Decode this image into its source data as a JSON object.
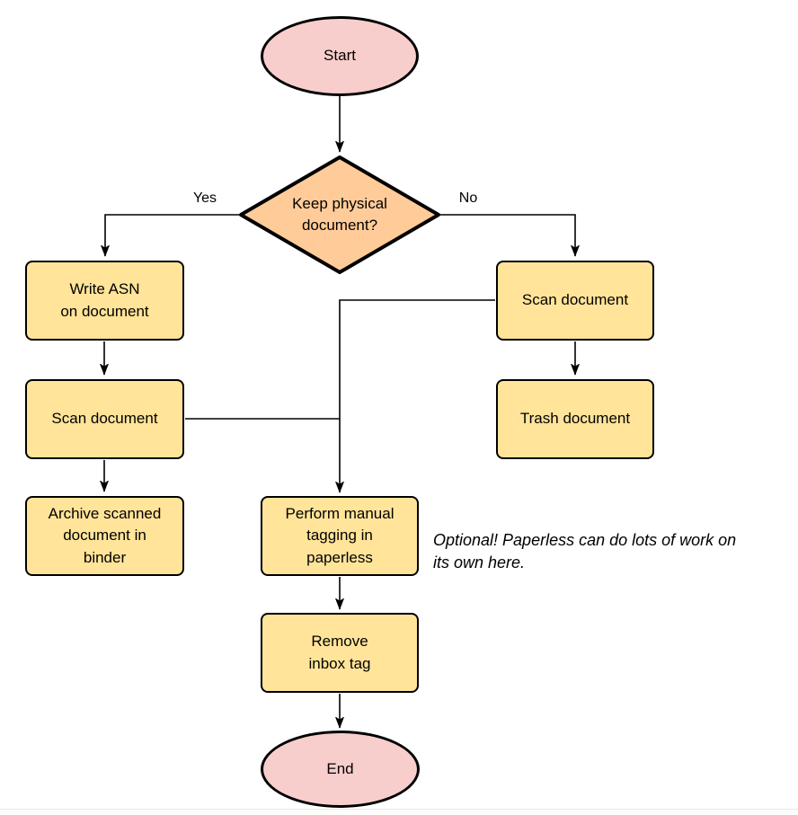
{
  "diagram": {
    "nodes": {
      "start": {
        "label": "Start",
        "type": "terminal"
      },
      "decision": {
        "label": "Keep physical\ndocument?",
        "type": "decision"
      },
      "write_asn": {
        "label": "Write ASN\non document",
        "type": "process"
      },
      "scan_left": {
        "label": "Scan document",
        "type": "process"
      },
      "archive": {
        "label": "Archive scanned\ndocument in\nbinder",
        "type": "process"
      },
      "scan_right": {
        "label": "Scan document",
        "type": "process"
      },
      "trash": {
        "label": "Trash document",
        "type": "process"
      },
      "tagging": {
        "label": "Perform manual\ntagging in\npaperless",
        "type": "process"
      },
      "remove_inbox": {
        "label": "Remove\ninbox tag",
        "type": "process"
      },
      "end": {
        "label": "End",
        "type": "terminal"
      }
    },
    "edge_labels": {
      "yes": "Yes",
      "no": "No"
    },
    "note": "Optional! Paperless can do lots of work on\nits own here.",
    "colors": {
      "terminal_fill": "#f8cecc",
      "decision_fill": "#ffcc99",
      "process_fill": "#ffe499",
      "stroke": "#000000"
    }
  }
}
